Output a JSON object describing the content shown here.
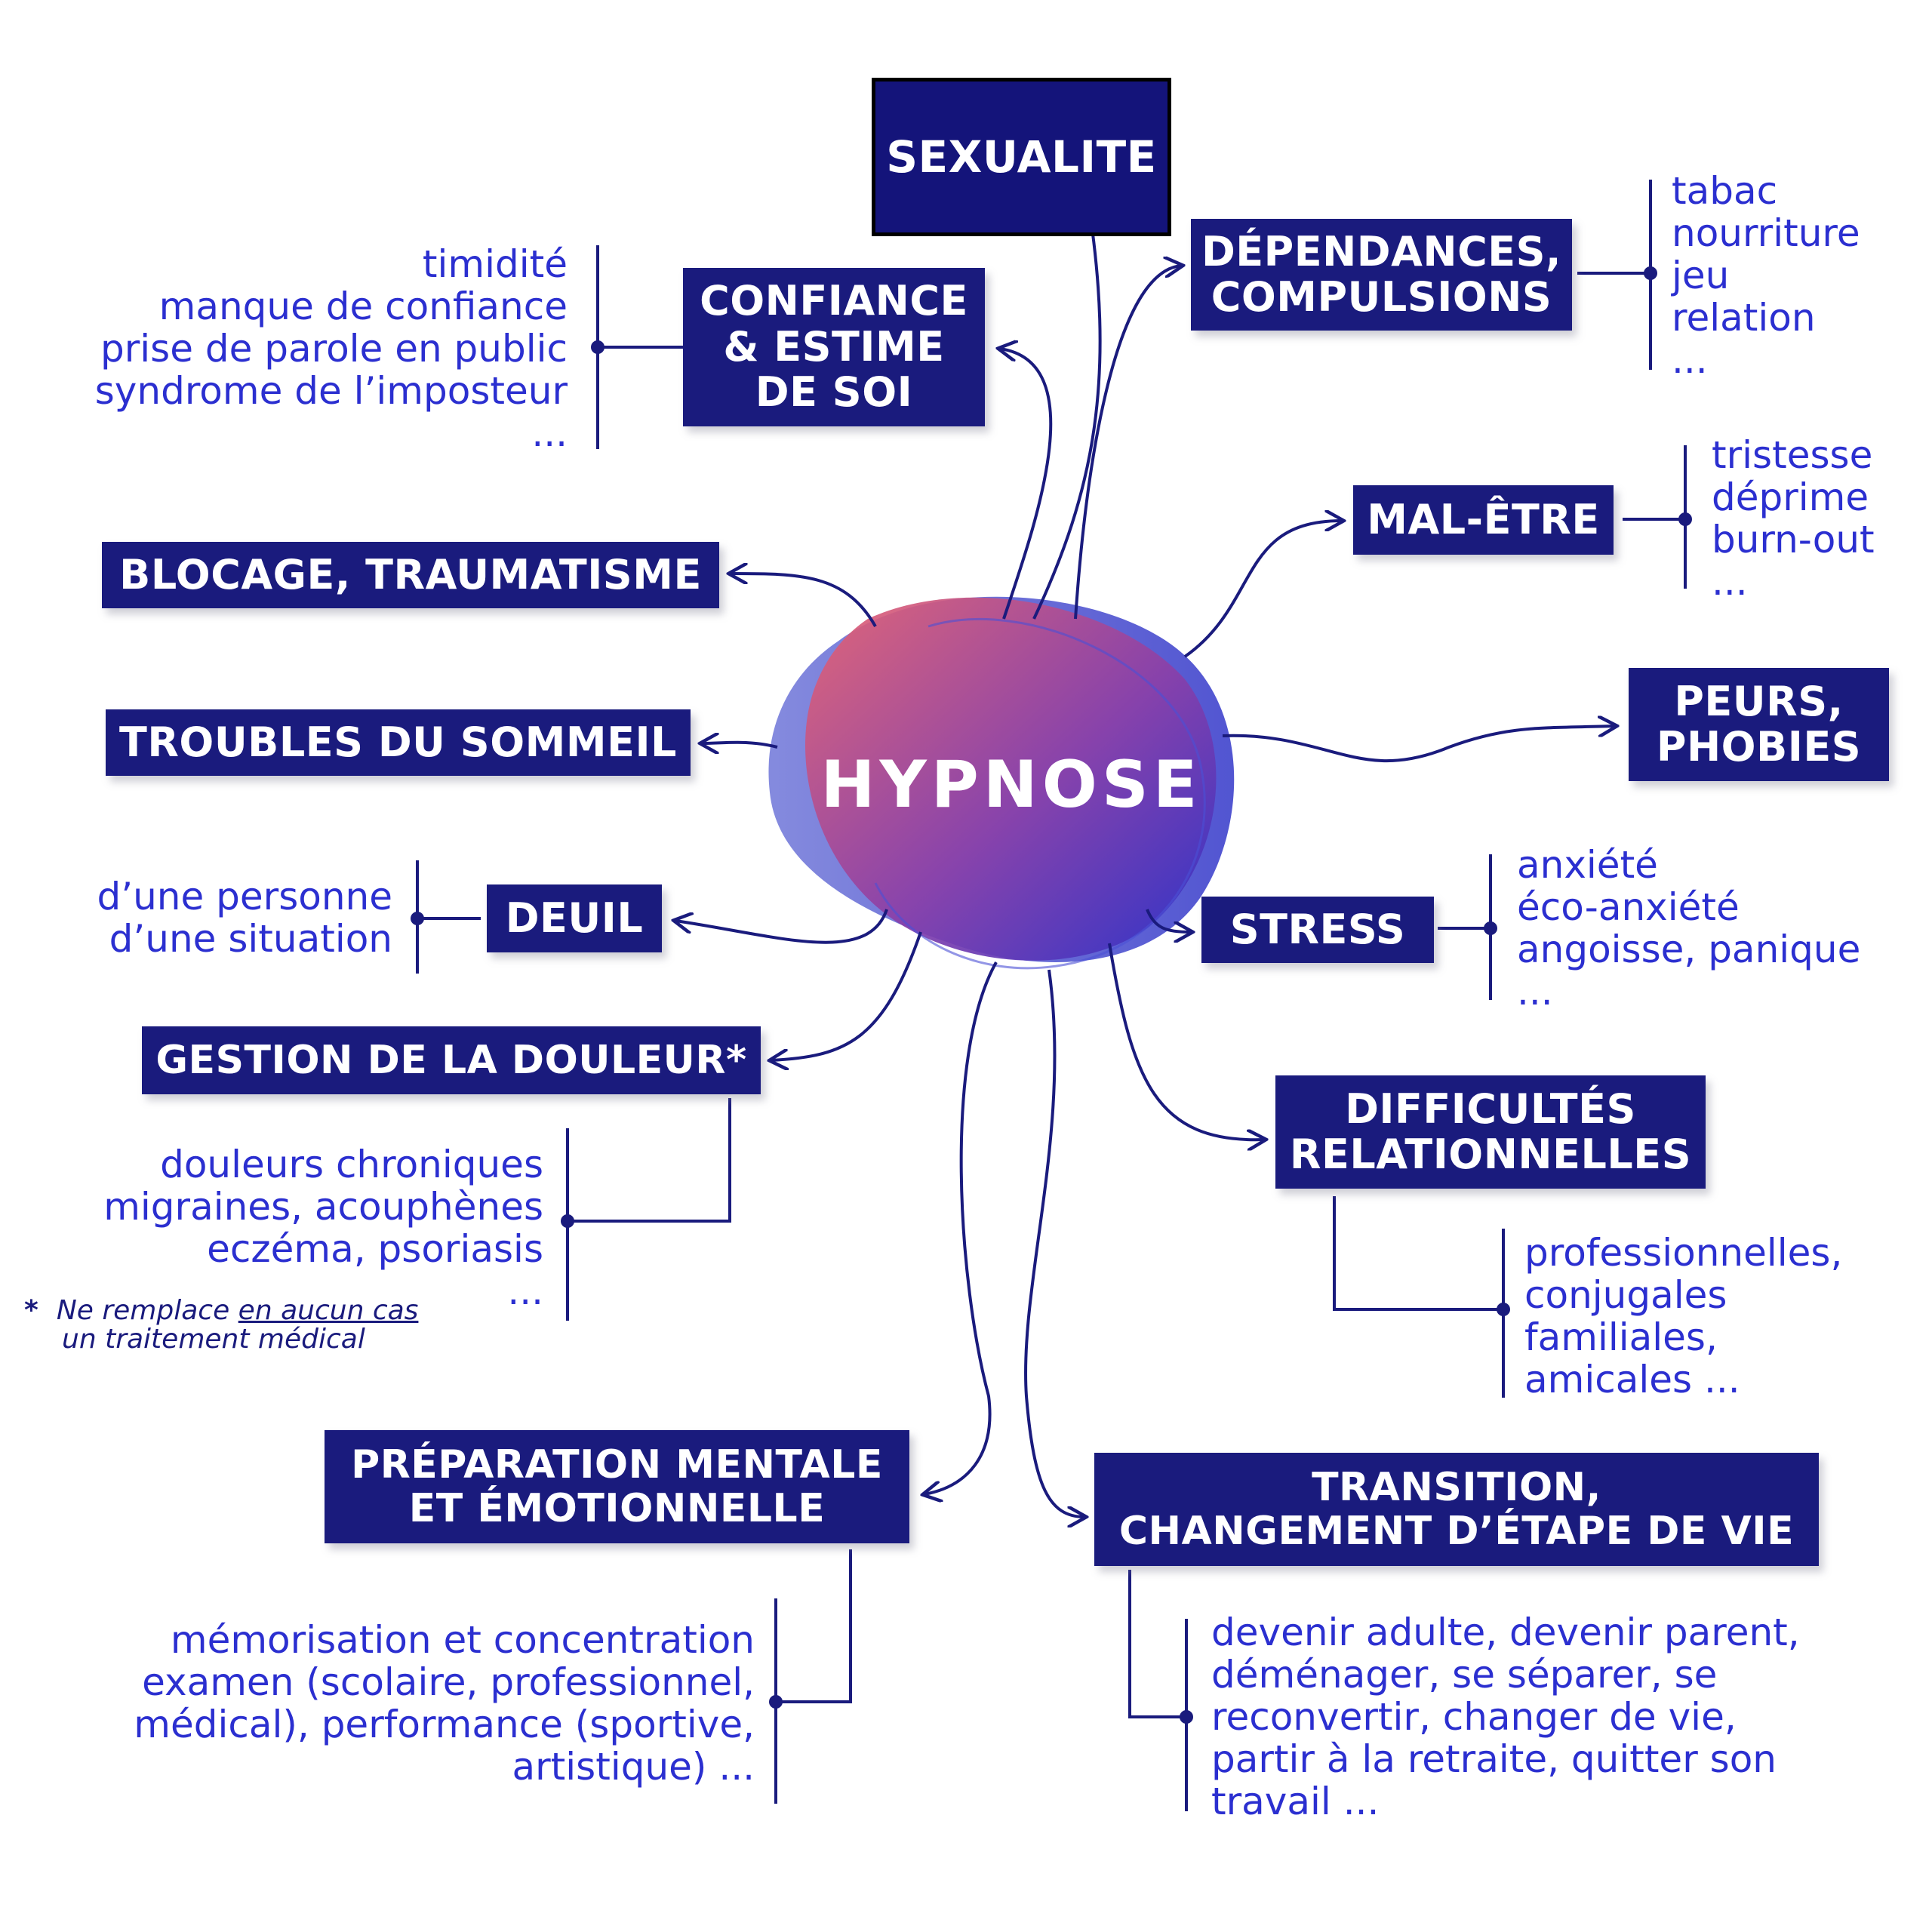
{
  "center": {
    "label": "HYPNOSE"
  },
  "nodes": {
    "sexualite": {
      "label": "SEXUALITE"
    },
    "confiance": {
      "line1": "CONFIANCE",
      "line2": "& ESTIME",
      "line3": "DE SOI"
    },
    "dependances": {
      "line1": "DÉPENDANCES,",
      "line2": "COMPULSIONS"
    },
    "blocage": {
      "label": "BLOCAGE, TRAUMATISME"
    },
    "malaise": {
      "label": "MAL-ÊTRE"
    },
    "sommeil": {
      "label": "TROUBLES DU SOMMEIL"
    },
    "peurs": {
      "line1": "PEURS,",
      "line2": "PHOBIES"
    },
    "deuil": {
      "label": "DEUIL"
    },
    "stress": {
      "label": "STRESS"
    },
    "douleur": {
      "label": "GESTION DE LA DOULEUR*"
    },
    "relations": {
      "line1": "DIFFICULTÉS",
      "line2": "RELATIONNELLES"
    },
    "preparation": {
      "line1": "PRÉPARATION MENTALE",
      "line2": "ET ÉMOTIONNELLE"
    },
    "transition": {
      "line1": "TRANSITION,",
      "line2": "CHANGEMENT D’ÉTAPE DE VIE"
    }
  },
  "lists": {
    "confiance": [
      "timidité",
      "manque de confiance",
      "prise de parole en public",
      "syndrome de l’imposteur",
      "..."
    ],
    "dependances": [
      "tabac",
      "nourriture",
      "jeu",
      "relation",
      "..."
    ],
    "malaise": [
      "tristesse",
      "déprime",
      "burn-out",
      "..."
    ],
    "deuil": [
      "d’une personne",
      "d’une situation"
    ],
    "stress": [
      "anxiété",
      "éco-anxiété",
      "angoisse, panique",
      "..."
    ],
    "douleur": [
      "douleurs chroniques",
      "migraines, acouphènes",
      "eczéma, psoriasis",
      "..."
    ],
    "relations": [
      "professionnelles,",
      "conjugales",
      "familiales,",
      "amicales ..."
    ],
    "preparation": [
      "mémorisation et concentration",
      "examen (scolaire, professionnel,",
      "médical), performance (sportive,",
      "artistique) ..."
    ],
    "transition": [
      "devenir adulte, devenir parent,",
      "déménager, se séparer, se",
      "reconvertir, changer de vie,",
      "partir à la retraite, quitter son",
      "travail ..."
    ]
  },
  "footnote": {
    "star": "*",
    "part1": "Ne remplace ",
    "underlined": "en aucun cas",
    "line2": "un traitement médical"
  },
  "colors": {
    "box": "#1a1b7d",
    "text": "#2b2fd0",
    "blob_red": "#e05a72",
    "blob_blue": "#3b3fcf"
  }
}
